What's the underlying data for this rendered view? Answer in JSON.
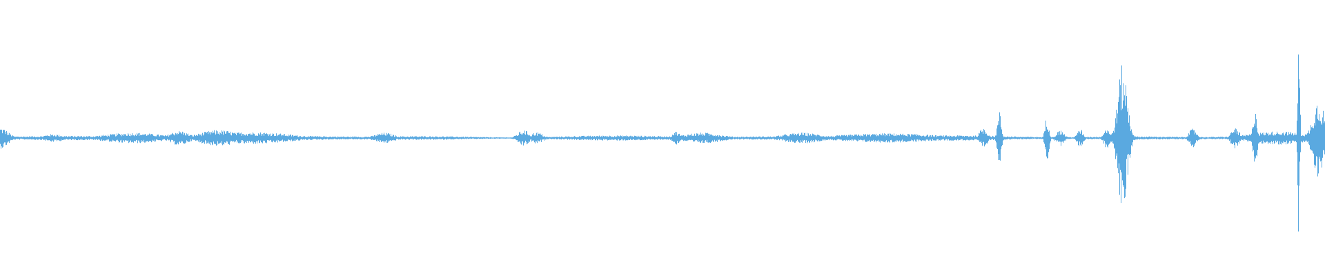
{
  "waveform": {
    "color": "#5aa9e0",
    "background": "#ffffff",
    "baseline_amplitude": 0.02,
    "bursts": [
      {
        "position": 0.0,
        "amplitude": 0.08,
        "width": 0.008
      },
      {
        "position": 0.04,
        "amplitude": 0.03,
        "width": 0.01
      },
      {
        "position": 0.1,
        "amplitude": 0.04,
        "width": 0.03
      },
      {
        "position": 0.135,
        "amplitude": 0.055,
        "width": 0.01
      },
      {
        "position": 0.165,
        "amplitude": 0.06,
        "width": 0.02
      },
      {
        "position": 0.19,
        "amplitude": 0.045,
        "width": 0.04
      },
      {
        "position": 0.29,
        "amplitude": 0.04,
        "width": 0.01
      },
      {
        "position": 0.395,
        "amplitude": 0.06,
        "width": 0.006
      },
      {
        "position": 0.405,
        "amplitude": 0.045,
        "width": 0.006
      },
      {
        "position": 0.51,
        "amplitude": 0.05,
        "width": 0.004
      },
      {
        "position": 0.53,
        "amplitude": 0.04,
        "width": 0.02
      },
      {
        "position": 0.605,
        "amplitude": 0.04,
        "width": 0.02
      },
      {
        "position": 0.67,
        "amplitude": 0.035,
        "width": 0.05
      },
      {
        "position": 0.742,
        "amplitude": 0.08,
        "width": 0.004
      },
      {
        "position": 0.754,
        "amplitude": 0.2,
        "width": 0.002
      },
      {
        "position": 0.79,
        "amplitude": 0.17,
        "width": 0.002
      },
      {
        "position": 0.8,
        "amplitude": 0.06,
        "width": 0.004
      },
      {
        "position": 0.815,
        "amplitude": 0.07,
        "width": 0.003
      },
      {
        "position": 0.835,
        "amplitude": 0.08,
        "width": 0.003
      },
      {
        "position": 0.847,
        "amplitude": 0.55,
        "width": 0.005
      },
      {
        "position": 0.9,
        "amplitude": 0.07,
        "width": 0.004
      },
      {
        "position": 0.932,
        "amplitude": 0.08,
        "width": 0.004
      },
      {
        "position": 0.947,
        "amplitude": 0.25,
        "width": 0.002
      },
      {
        "position": 0.965,
        "amplitude": 0.05,
        "width": 0.03
      },
      {
        "position": 0.98,
        "amplitude": 0.85,
        "width": 0.001
      },
      {
        "position": 0.995,
        "amplitude": 0.3,
        "width": 0.006
      }
    ]
  }
}
